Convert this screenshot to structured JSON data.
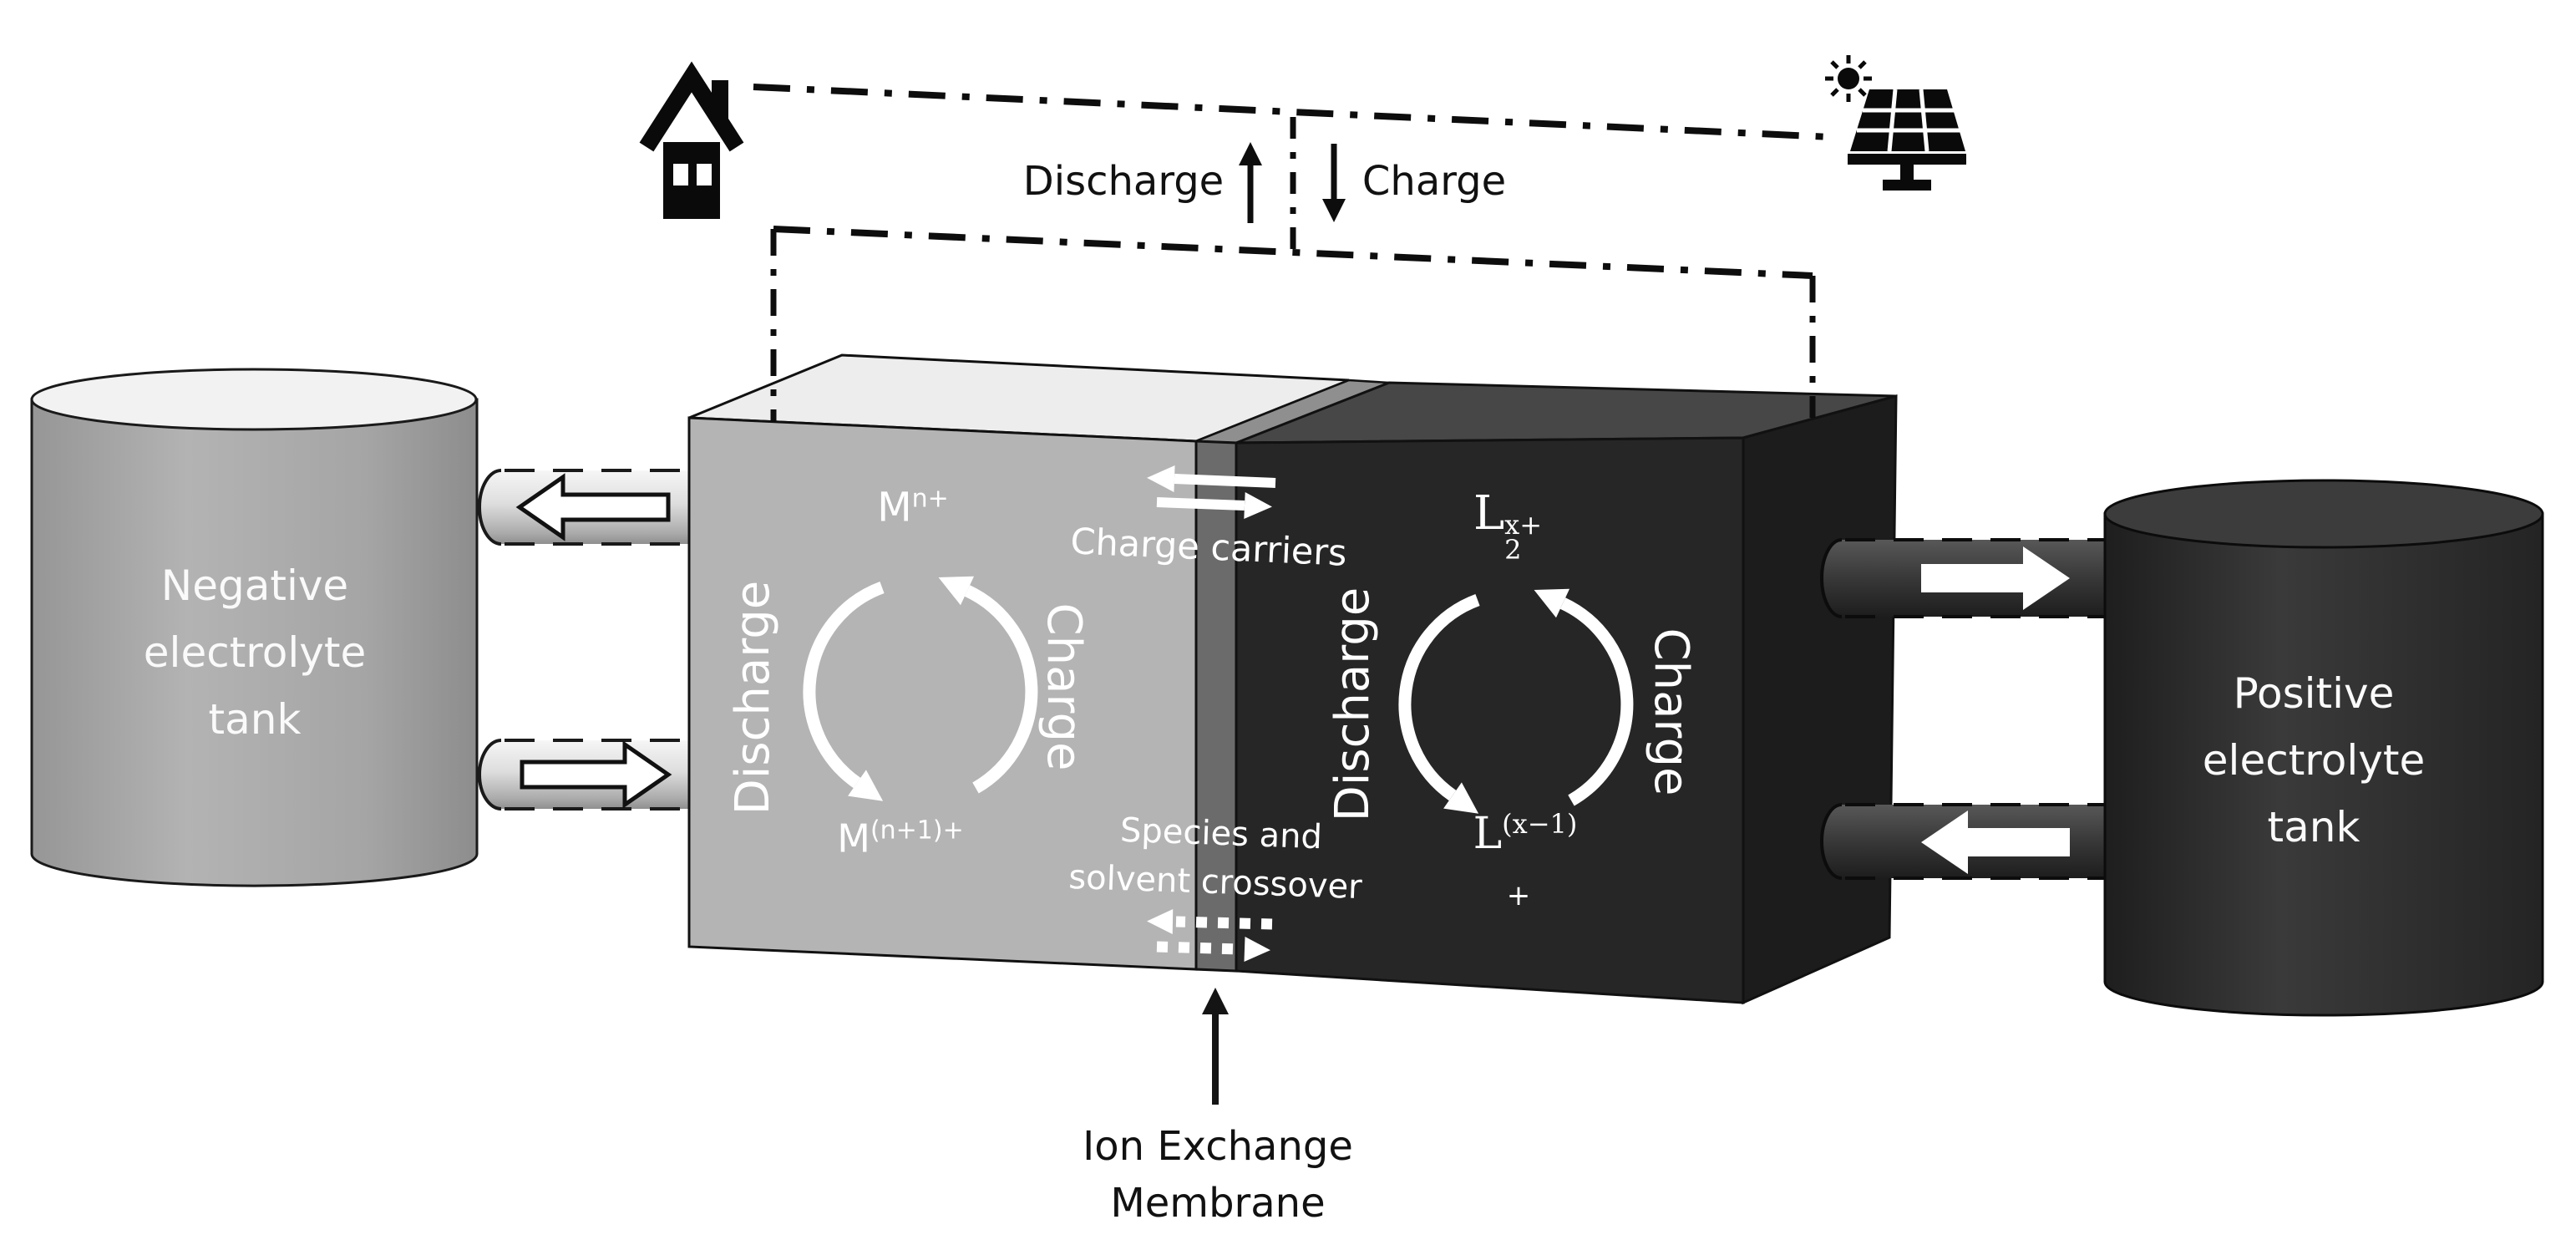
{
  "energy_flow": {
    "discharge_label": "Discharge",
    "charge_label": "Charge"
  },
  "negative_tank": {
    "lines": [
      "Negative",
      "electrolyte",
      "tank"
    ]
  },
  "positive_tank": {
    "lines": [
      "Positive",
      "electrolyte",
      "tank"
    ]
  },
  "negative_half_cell": {
    "discharge_label": "Discharge",
    "charge_label": "Charge",
    "species_top": {
      "base": "M",
      "sup": "n+"
    },
    "species_bottom": {
      "base": "M",
      "sup": "(n+1)+"
    }
  },
  "positive_half_cell": {
    "discharge_label": "Discharge",
    "charge_label": "Charge",
    "species_top": {
      "base": "L",
      "sup": "x+",
      "sub": "2"
    },
    "species_bottom": {
      "base": "L",
      "sup": "(x−1)",
      "plus_below": "+"
    }
  },
  "membrane": {
    "label_lines": [
      "Ion Exchange",
      "Membrane"
    ]
  },
  "charge_carriers_label": "Charge carriers",
  "crossover": {
    "lines": [
      "Species and",
      "solvent crossover"
    ]
  },
  "icons": {
    "grid_load": "house-icon",
    "generation": "solar-panel-icon"
  },
  "colors": {
    "negative_electrolyte": "#b4b4b4",
    "positive_electrolyte": "#262626",
    "membrane": "#6b6b6b",
    "negative_tank": "#a9a9a9",
    "positive_tank": "#2e2e2e",
    "highlight": "#ffffff",
    "outline": "#111111"
  }
}
